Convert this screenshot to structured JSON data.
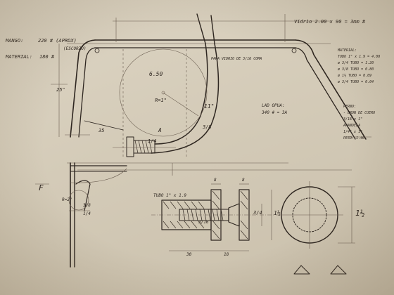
{
  "notes": {
    "top_right_title": "Vidrio 2.00 x 90 = 3mm #",
    "tube_note": "PARA VIDRIO DE 3/16 COMA",
    "handle_label": "MANGO:",
    "handle_value": "220 # (APROX)",
    "handle_sub": "(ESCORZO)",
    "material_label": "MATERIAL:",
    "material_value": "180 #",
    "dim_25": "25\"",
    "dim_r1": "R=1\"",
    "dim_r2": "R=2\"",
    "dim_650": "6.50",
    "dim_11": "11\"",
    "dim_38": "3/8",
    "dim_14": "1/4",
    "dim_35": "35",
    "dim_a": "A",
    "dim_f": "F",
    "tube_spec": "TUBO 1\" x 1.9",
    "dim_8a": "8",
    "dim_8b": "8",
    "dim_3_16": "3/16",
    "dim_3_4": "3/4",
    "dim_1_half": "1½",
    "dim_1_half_big": "1½",
    "dim_30": "30",
    "dim_18": "18",
    "dim_3_8_side": "3/8",
    "dim_1_4_side": "1/4",
    "section_note": "LAD OPUA:",
    "section_value": "340 # = 3A",
    "right_list": [
      "MATERIAL:",
      "TUBO 1\" x 1.9 = 4.00",
      "ø 3/4 TUBO = 1.20",
      "ø 3/8 TUBO = 0.80",
      "ø 1½ TUBO = 0.09",
      "ø 3/4 TUBO = 0.04"
    ],
    "right_list2": [
      "PERNO:",
      "- BRON DE CUERO",
      "3/16 x 1\"",
      "ARANDELA",
      "1/4\" x 1\"",
      "PESO: 1.40"
    ]
  }
}
